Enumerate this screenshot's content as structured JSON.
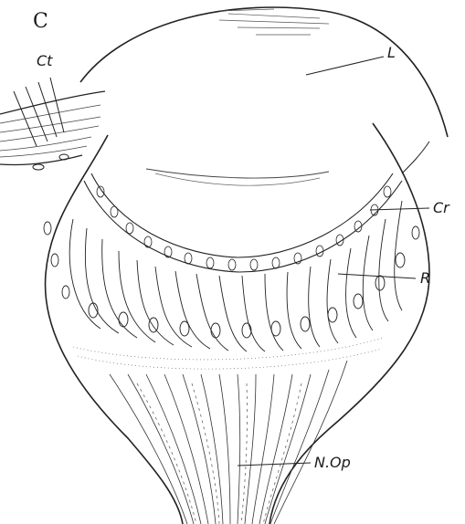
{
  "figure": {
    "panel_letter": "C",
    "labels": {
      "ct": "Ct",
      "lens": "L",
      "cr": "Cr",
      "retina": "R",
      "optic_nerve": "N.Op"
    }
  }
}
